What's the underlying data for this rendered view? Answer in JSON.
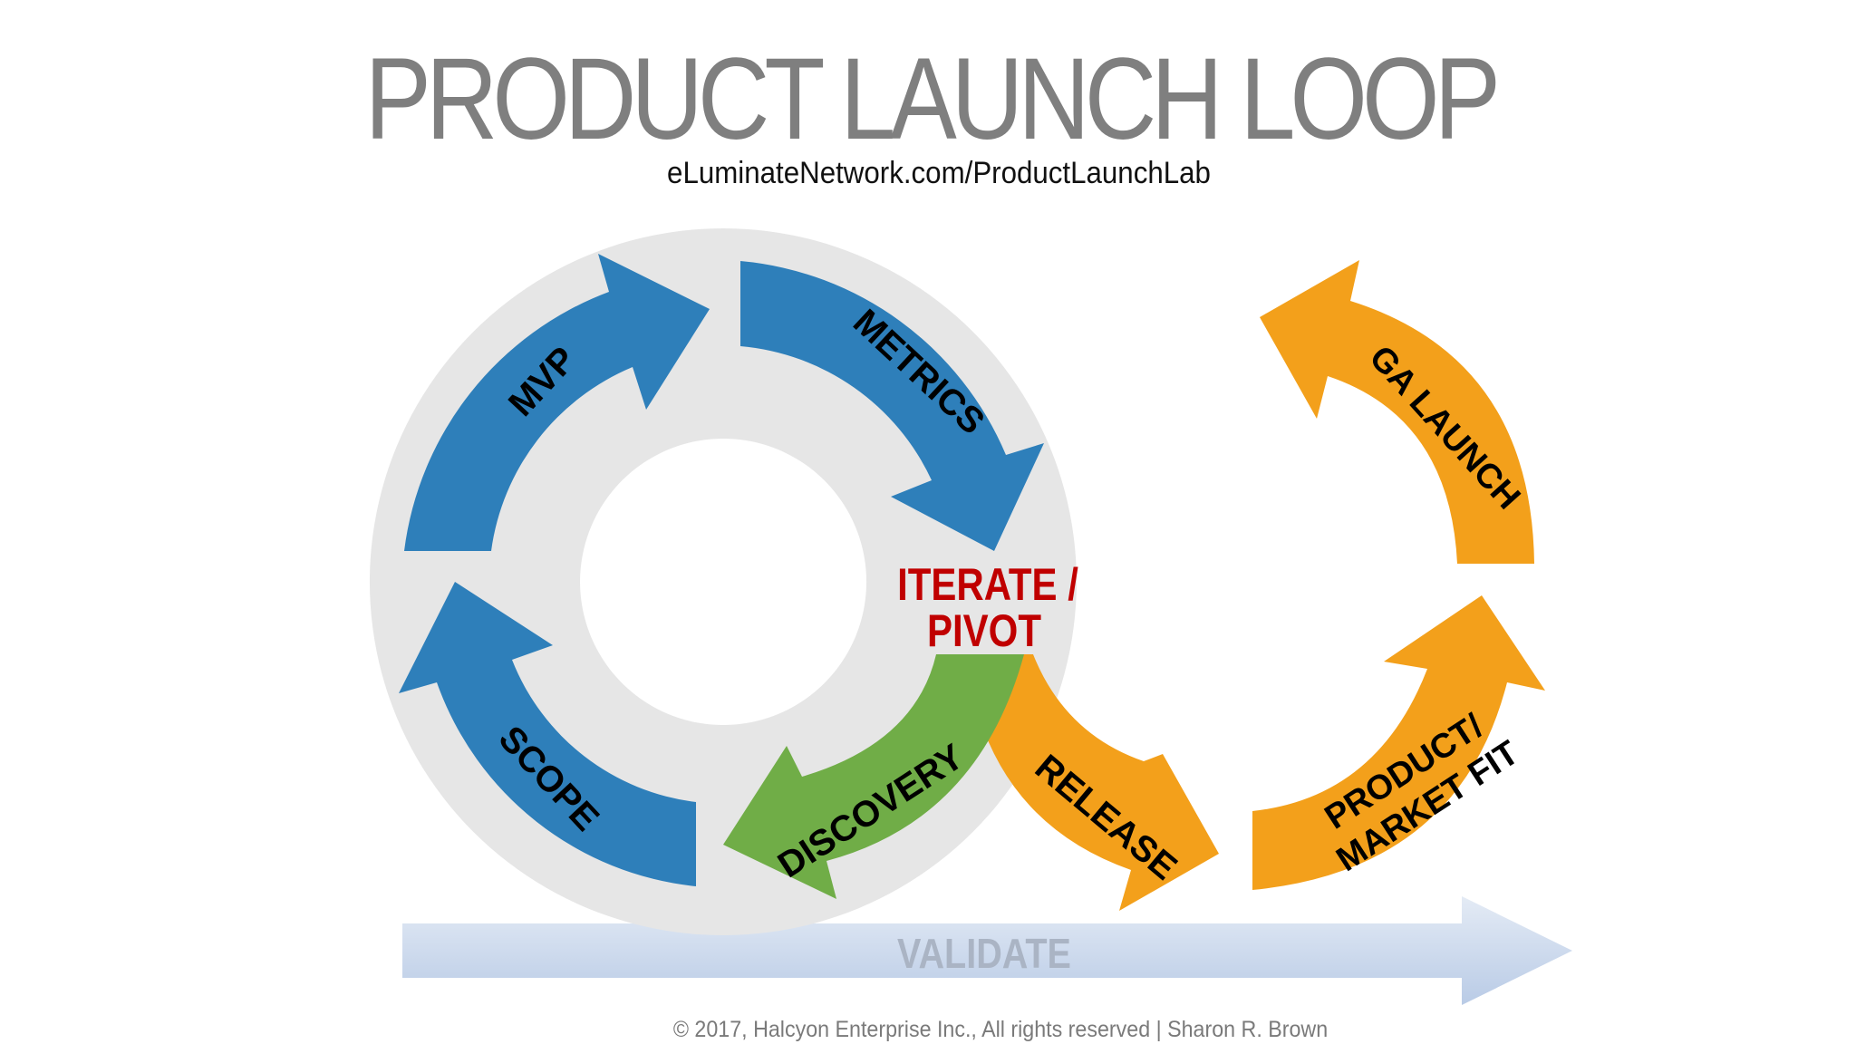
{
  "header": {
    "title": "PRODUCT LAUNCH LOOP",
    "subtitle": "eLuminateNetwork.com/ProductLaunchLab"
  },
  "loop": {
    "stages": [
      {
        "id": "mvp",
        "label": "MVP",
        "color": "#2e7fba"
      },
      {
        "id": "metrics",
        "label": "METRICS",
        "color": "#2e7fba"
      },
      {
        "id": "discovery",
        "label": "DISCOVERY",
        "color": "#70ad47"
      },
      {
        "id": "scope",
        "label": "SCOPE",
        "color": "#2e7fba"
      }
    ],
    "center_label_line1": "ITERATE /",
    "center_label_line2": "PIVOT",
    "center_label_color": "#c00000",
    "disc_color": "#e6e6e6"
  },
  "launch": {
    "stages": [
      {
        "id": "release",
        "label": "RELEASE",
        "color": "#f3a01b"
      },
      {
        "id": "pmf",
        "label_line1": "PRODUCT/",
        "label_line2": "MARKET FIT",
        "color": "#f3a01b"
      },
      {
        "id": "ga",
        "label": "GA LAUNCH",
        "color": "#f3a01b"
      }
    ]
  },
  "validate": {
    "label": "VALIDATE"
  },
  "footer": {
    "copyright": "© 2017, Halcyon Enterprise Inc., All rights reserved | Sharon R. Brown"
  }
}
